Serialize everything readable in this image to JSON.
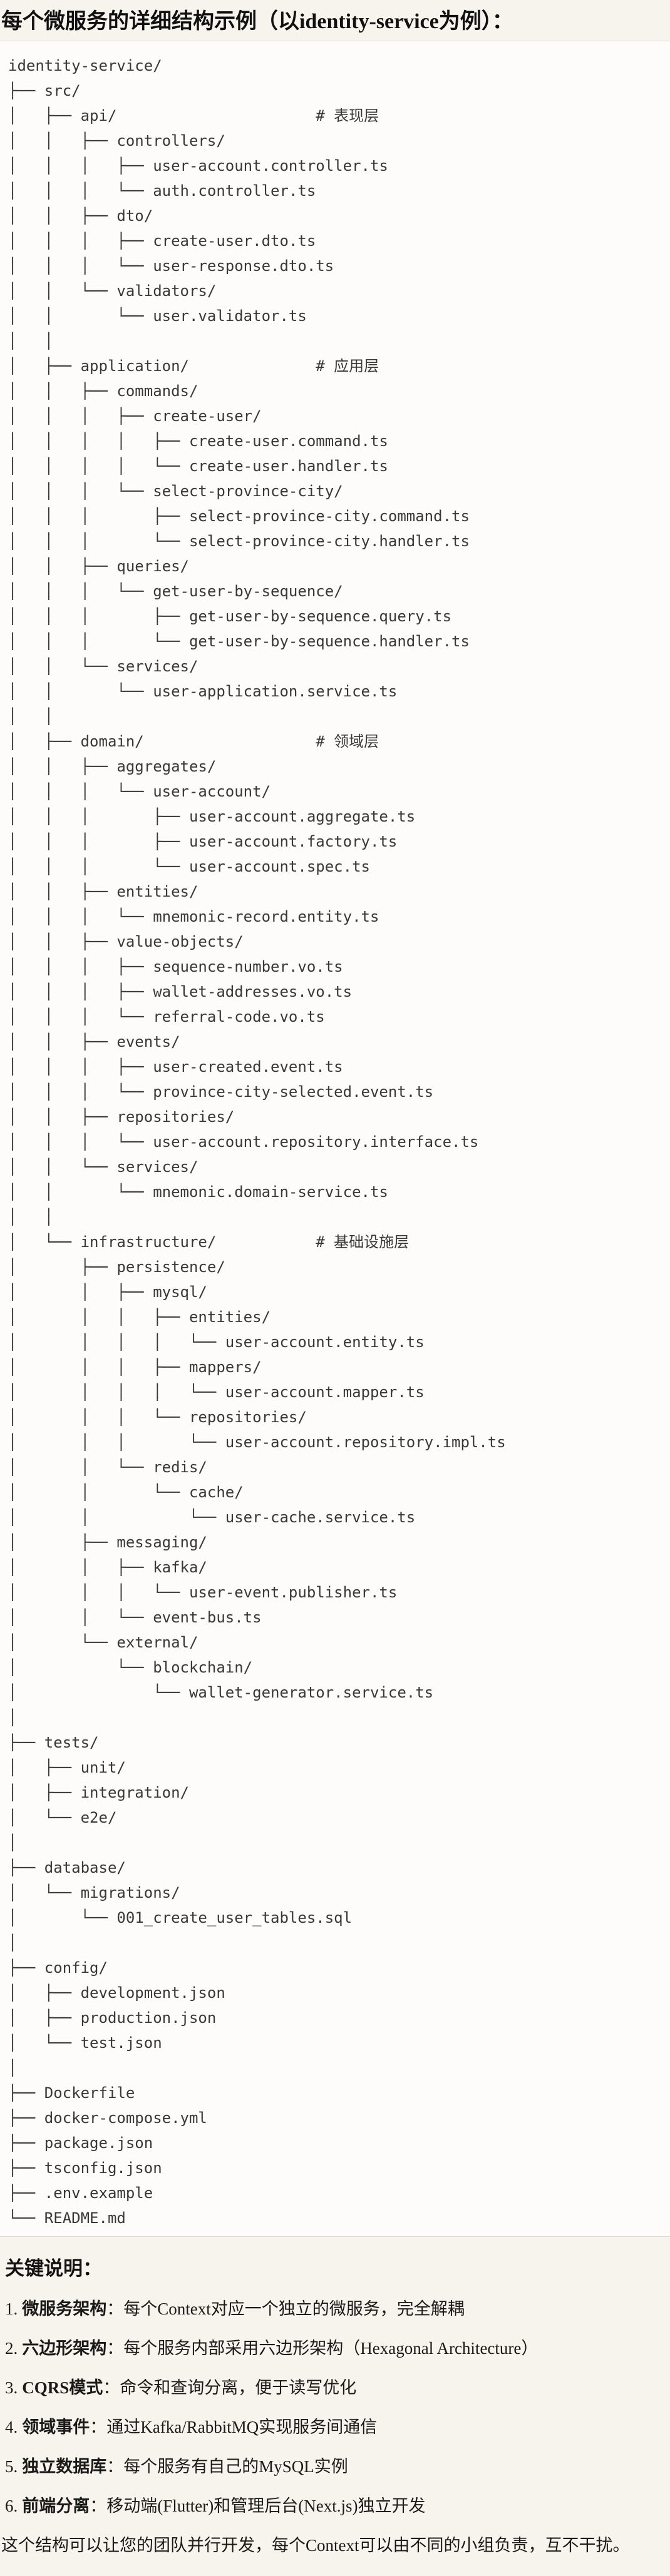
{
  "title": "每个微服务的详细结构示例（以identity-service为例）：",
  "colors": {
    "page_bg": "#f7f4ee",
    "code_bg": "#fdfcfa",
    "border": "#dcd9d3",
    "tree_text": "#3a3834",
    "body_text": "#1a1a18"
  },
  "tree": {
    "lines": [
      "identity-service/",
      "├── src/",
      "│   ├── api/                      # 表现层",
      "│   │   ├── controllers/",
      "│   │   │   ├── user-account.controller.ts",
      "│   │   │   └── auth.controller.ts",
      "│   │   ├── dto/",
      "│   │   │   ├── create-user.dto.ts",
      "│   │   │   └── user-response.dto.ts",
      "│   │   └── validators/",
      "│   │       └── user.validator.ts",
      "│   │",
      "│   ├── application/              # 应用层",
      "│   │   ├── commands/",
      "│   │   │   ├── create-user/",
      "│   │   │   │   ├── create-user.command.ts",
      "│   │   │   │   └── create-user.handler.ts",
      "│   │   │   └── select-province-city/",
      "│   │   │       ├── select-province-city.command.ts",
      "│   │   │       └── select-province-city.handler.ts",
      "│   │   ├── queries/",
      "│   │   │   └── get-user-by-sequence/",
      "│   │   │       ├── get-user-by-sequence.query.ts",
      "│   │   │       └── get-user-by-sequence.handler.ts",
      "│   │   └── services/",
      "│   │       └── user-application.service.ts",
      "│   │",
      "│   ├── domain/                   # 领域层",
      "│   │   ├── aggregates/",
      "│   │   │   └── user-account/",
      "│   │   │       ├── user-account.aggregate.ts",
      "│   │   │       ├── user-account.factory.ts",
      "│   │   │       └── user-account.spec.ts",
      "│   │   ├── entities/",
      "│   │   │   └── mnemonic-record.entity.ts",
      "│   │   ├── value-objects/",
      "│   │   │   ├── sequence-number.vo.ts",
      "│   │   │   ├── wallet-addresses.vo.ts",
      "│   │   │   └── referral-code.vo.ts",
      "│   │   ├── events/",
      "│   │   │   ├── user-created.event.ts",
      "│   │   │   └── province-city-selected.event.ts",
      "│   │   ├── repositories/",
      "│   │   │   └── user-account.repository.interface.ts",
      "│   │   └── services/",
      "│   │       └── mnemonic.domain-service.ts",
      "│   │",
      "│   └── infrastructure/           # 基础设施层",
      "│       ├── persistence/",
      "│       │   ├── mysql/",
      "│       │   │   ├── entities/",
      "│       │   │   │   └── user-account.entity.ts",
      "│       │   │   ├── mappers/",
      "│       │   │   │   └── user-account.mapper.ts",
      "│       │   │   └── repositories/",
      "│       │   │       └── user-account.repository.impl.ts",
      "│       │   └── redis/",
      "│       │       └── cache/",
      "│       │           └── user-cache.service.ts",
      "│       ├── messaging/",
      "│       │   ├── kafka/",
      "│       │   │   └── user-event.publisher.ts",
      "│       │   └── event-bus.ts",
      "│       └── external/",
      "│           └── blockchain/",
      "│               └── wallet-generator.service.ts",
      "│",
      "├── tests/",
      "│   ├── unit/",
      "│   ├── integration/",
      "│   └── e2e/",
      "│",
      "├── database/",
      "│   └── migrations/",
      "│       └── 001_create_user_tables.sql",
      "│",
      "├── config/",
      "│   ├── development.json",
      "│   ├── production.json",
      "│   └── test.json",
      "│",
      "├── Dockerfile",
      "├── docker-compose.yml",
      "├── package.json",
      "├── tsconfig.json",
      "├── .env.example",
      "└── README.md"
    ]
  },
  "notes": {
    "heading": "关键说明：",
    "items": [
      {
        "num": "1.",
        "term": "微服务架构",
        "desc": "：每个Context对应一个独立的微服务，完全解耦"
      },
      {
        "num": "2.",
        "term": "六边形架构",
        "desc": "：每个服务内部采用六边形架构（Hexagonal Architecture）"
      },
      {
        "num": "3.",
        "term": "CQRS模式",
        "desc": "：命令和查询分离，便于读写优化"
      },
      {
        "num": "4.",
        "term": "领域事件",
        "desc": "：通过Kafka/RabbitMQ实现服务间通信"
      },
      {
        "num": "5.",
        "term": "独立数据库",
        "desc": "：每个服务有自己的MySQL实例"
      },
      {
        "num": "6.",
        "term": "前端分离",
        "desc": "：移动端(Flutter)和管理后台(Next.js)独立开发"
      }
    ],
    "footer": "这个结构可以让您的团队并行开发，每个Context可以由不同的小组负责，互不干扰。"
  }
}
